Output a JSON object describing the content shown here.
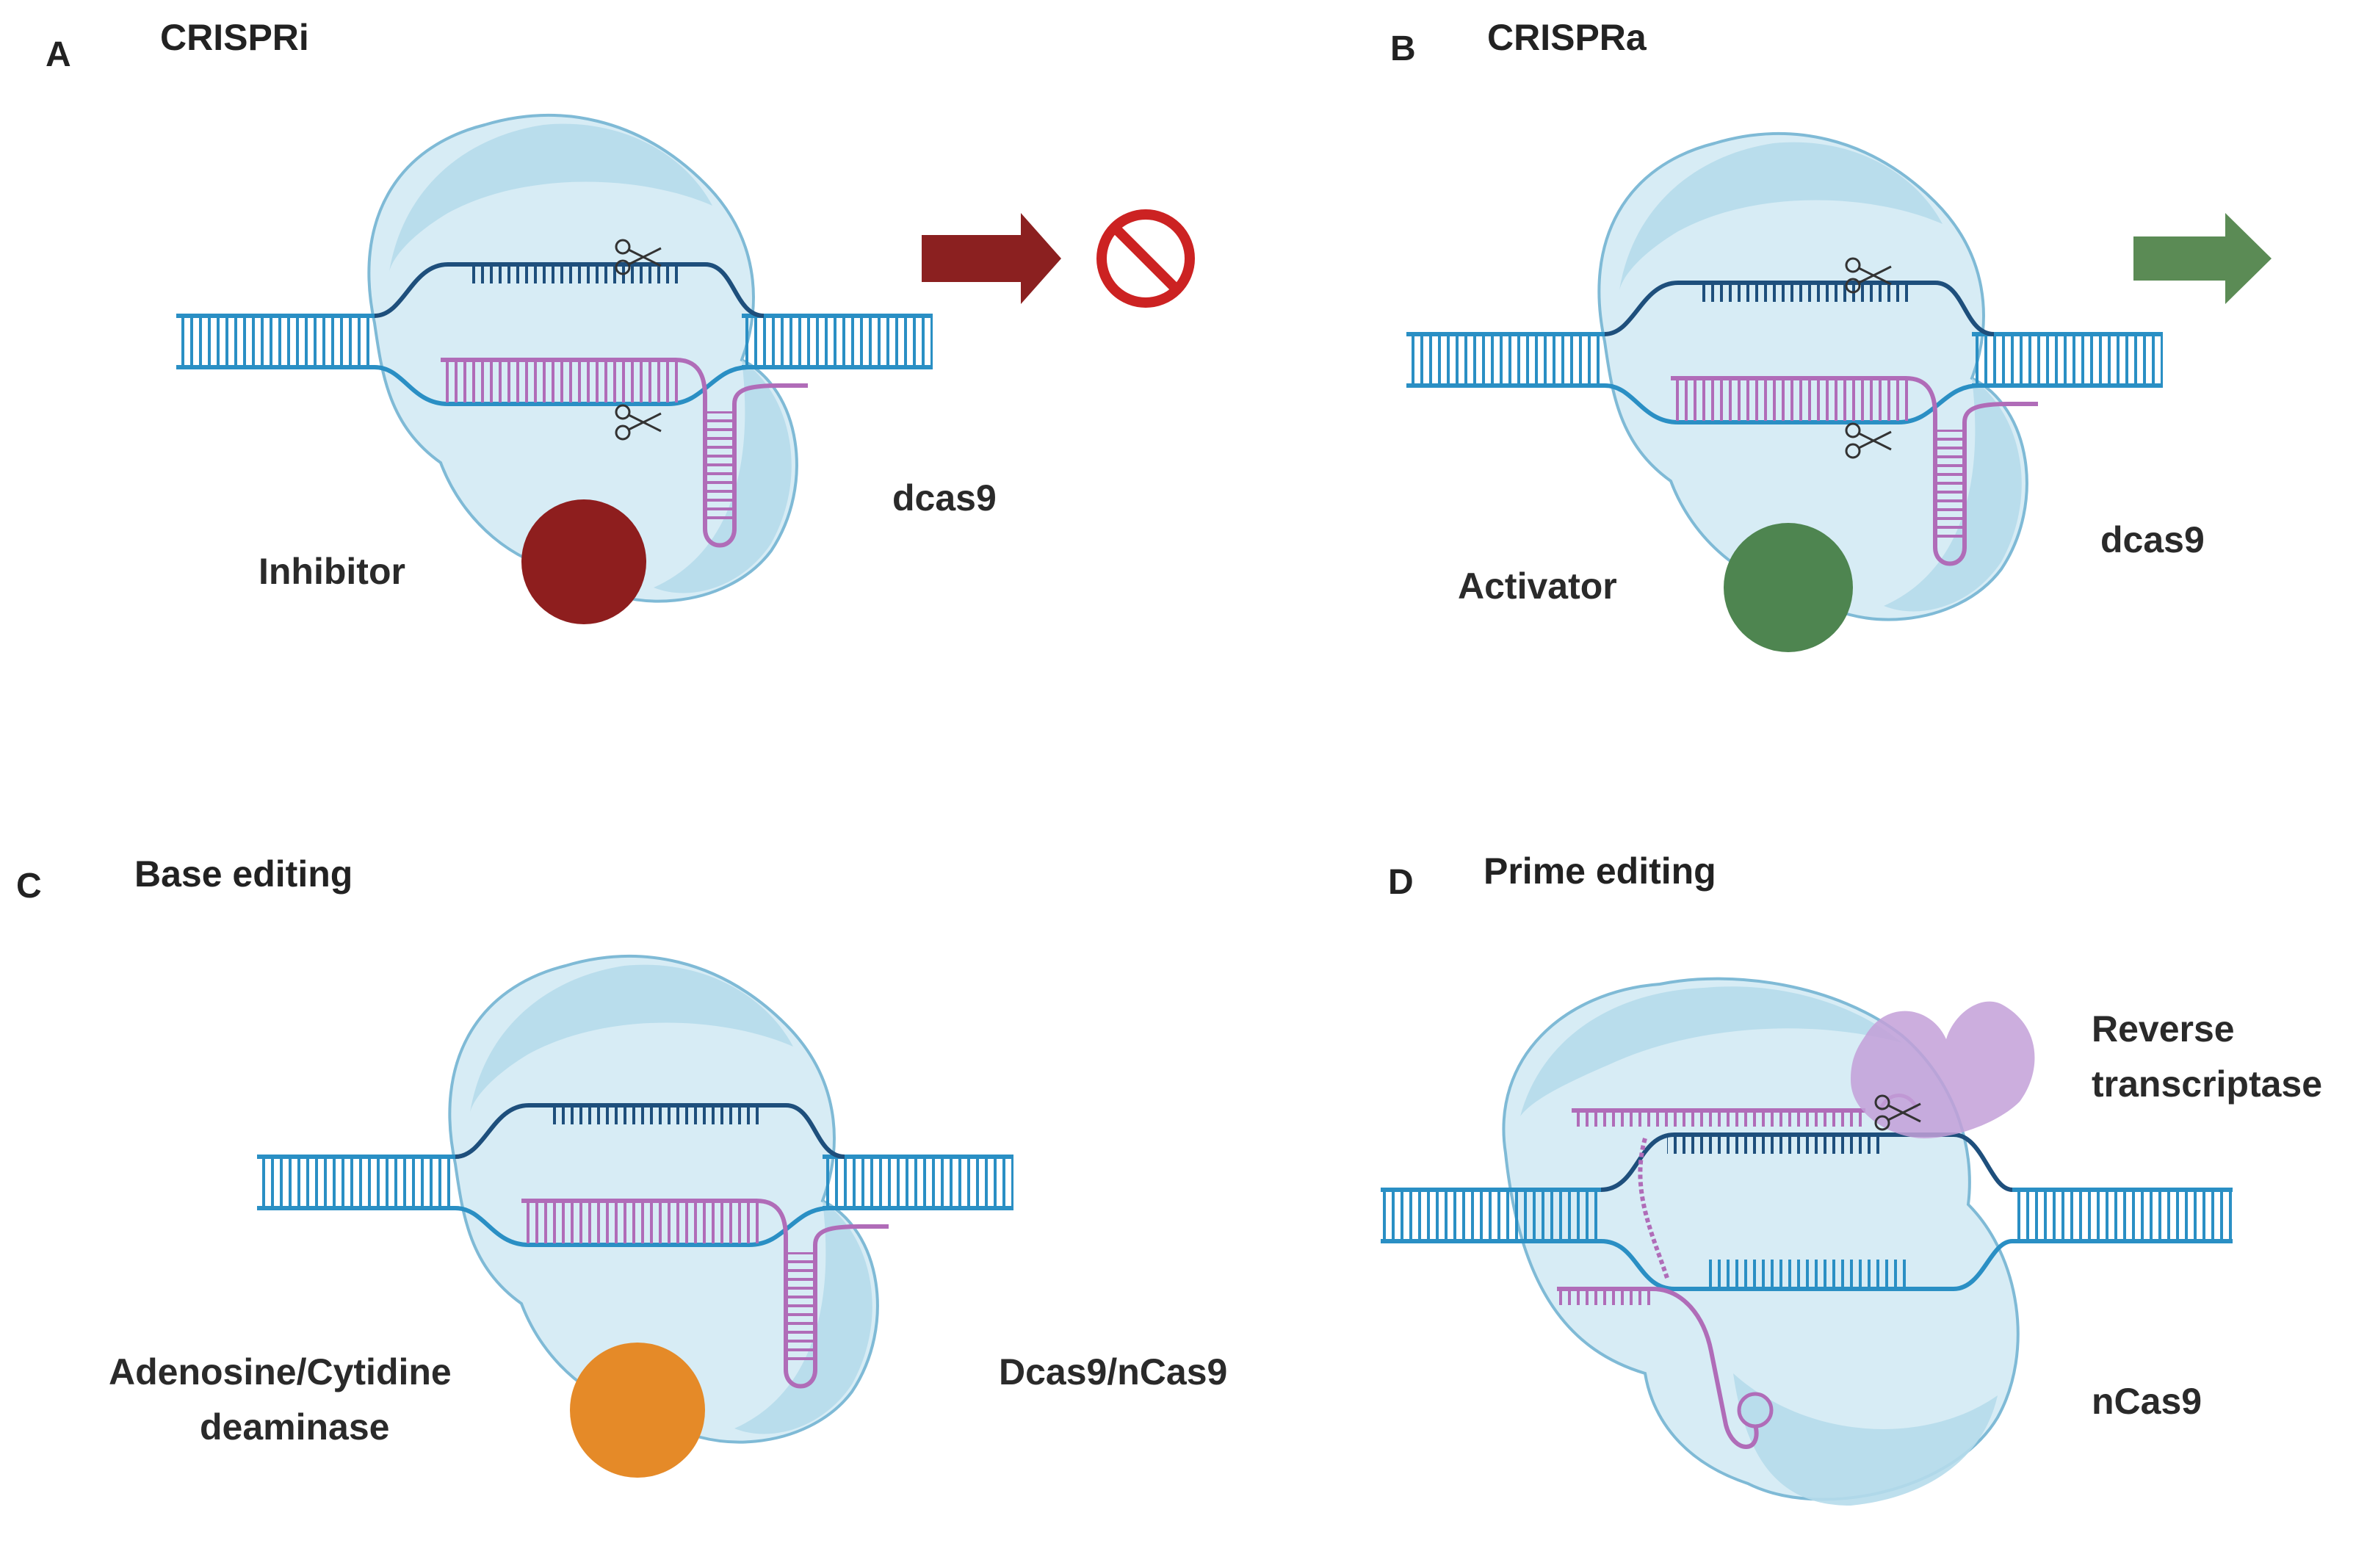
{
  "colors": {
    "protein_fill": "#d7ecf5",
    "protein_lobe": "#b6dbeb",
    "protein_stroke": "#7fbad6",
    "dna_dark": "#1e4f7c",
    "dna_light": "#2a8fc4",
    "rna": "#b06cb8",
    "inhibitor": "#8e1e1e",
    "inhibit_arrow": "#8b2020",
    "activator": "#4e8550",
    "activate_arrow": "#5b8b55",
    "deaminase": "#e58a28",
    "reverse_transcriptase": "#c3a0d8",
    "text": "#222222"
  },
  "panels": [
    {
      "letter": "A",
      "title": "CRISPRi",
      "protein_label": "dcas9",
      "effector_label": "Inhibitor",
      "effector_color": "#8e1e1e",
      "outcome": "blocked",
      "icons": [
        "scissors-icon",
        "scissors-icon",
        "arrow-right-icon",
        "prohibited-icon"
      ]
    },
    {
      "letter": "B",
      "title": "CRISPRa",
      "protein_label": "dcas9",
      "effector_label": "Activator",
      "effector_color": "#4e8550",
      "outcome": "activated",
      "icons": [
        "scissors-icon",
        "scissors-icon",
        "arrow-right-icon"
      ]
    },
    {
      "letter": "C",
      "title": "Base editing",
      "protein_label": "Dcas9/nCas9",
      "effector_label_line1": "Adenosine/Cytidine",
      "effector_label_line2": "deaminase",
      "effector_color": "#e58a28"
    },
    {
      "letter": "D",
      "title": "Prime editing",
      "protein_label": "nCas9",
      "effector_label_line1": "Reverse",
      "effector_label_line2": "transcriptase",
      "effector_color": "#c3a0d8",
      "icons": [
        "scissors-icon"
      ]
    }
  ]
}
